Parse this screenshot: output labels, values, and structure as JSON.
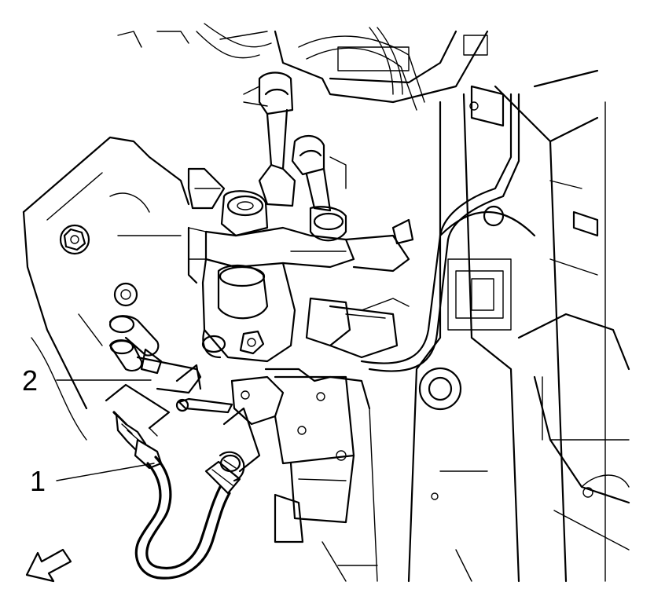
{
  "diagram": {
    "callouts": [
      {
        "id": "1",
        "label": "1"
      },
      {
        "id": "2",
        "label": "2"
      }
    ],
    "icons": {
      "direction": "front-direction-arrow-icon"
    },
    "colors": {
      "line": "#000000",
      "background": "#ffffff"
    }
  }
}
